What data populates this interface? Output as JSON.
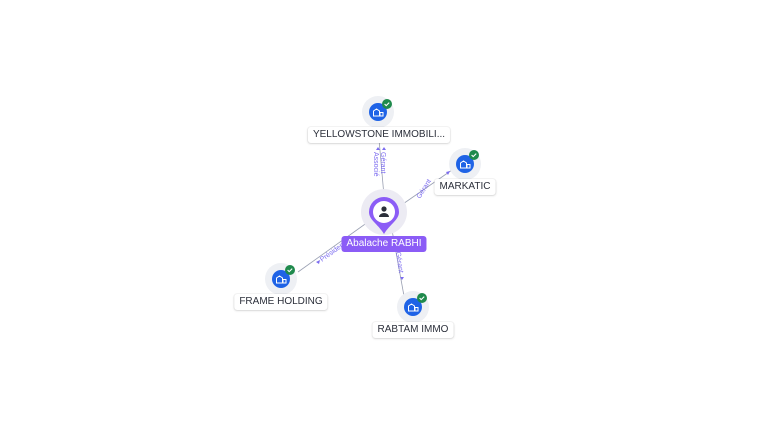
{
  "center": {
    "name": "Abalache RABHI",
    "icon": "person-icon",
    "color": "#8b5cf6"
  },
  "companies": [
    {
      "id": "yellowstone",
      "name": "YELLOWSTONE IMMOBILI...",
      "icon": "building-icon",
      "status": "check-badge-icon",
      "roles": [
        "Gérant",
        "Associé"
      ]
    },
    {
      "id": "markatic",
      "name": "MARKATIC",
      "icon": "building-icon",
      "status": "check-badge-icon",
      "roles": [
        "Gérant"
      ]
    },
    {
      "id": "frame-holding",
      "name": "FRAME HOLDING",
      "icon": "building-icon",
      "status": "check-badge-icon",
      "roles": [
        "Président"
      ]
    },
    {
      "id": "rabtam-immo",
      "name": "RABTAM IMMO",
      "icon": "building-icon",
      "status": "check-badge-icon",
      "roles": [
        "Gérant"
      ]
    }
  ],
  "colors": {
    "company": "#1f63e6",
    "badge": "#1f8a4c",
    "edge": "#8a8fa3",
    "role": "#7c6cf0"
  }
}
